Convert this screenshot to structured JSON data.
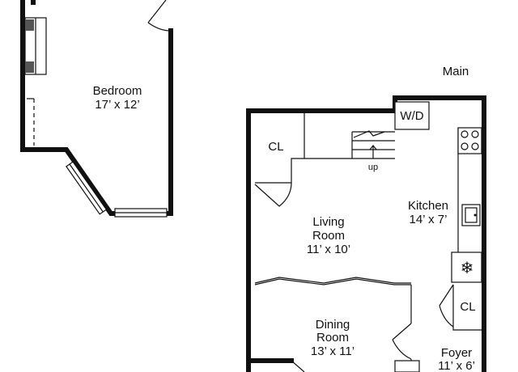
{
  "level_label": "Main",
  "rooms": {
    "bedroom": {
      "name": "Bedroom",
      "dims": "17’ x 12’"
    },
    "living": {
      "name_line1": "Living",
      "name_line2": "Room",
      "dims": "11’ x 10’"
    },
    "dining": {
      "name_line1": "Dining",
      "name_line2": "Room",
      "dims": "13’ x 11’"
    },
    "kitchen": {
      "name": "Kitchen",
      "dims": "14’ x 7’"
    },
    "foyer": {
      "name": "Foyer",
      "dims": "11’ x 6’"
    }
  },
  "closets": {
    "living_closet": "CL",
    "foyer_closet": "CL"
  },
  "fixtures": {
    "washer_dryer": "W/D",
    "stairs_label": "up",
    "fridge_symbol": "❄"
  }
}
